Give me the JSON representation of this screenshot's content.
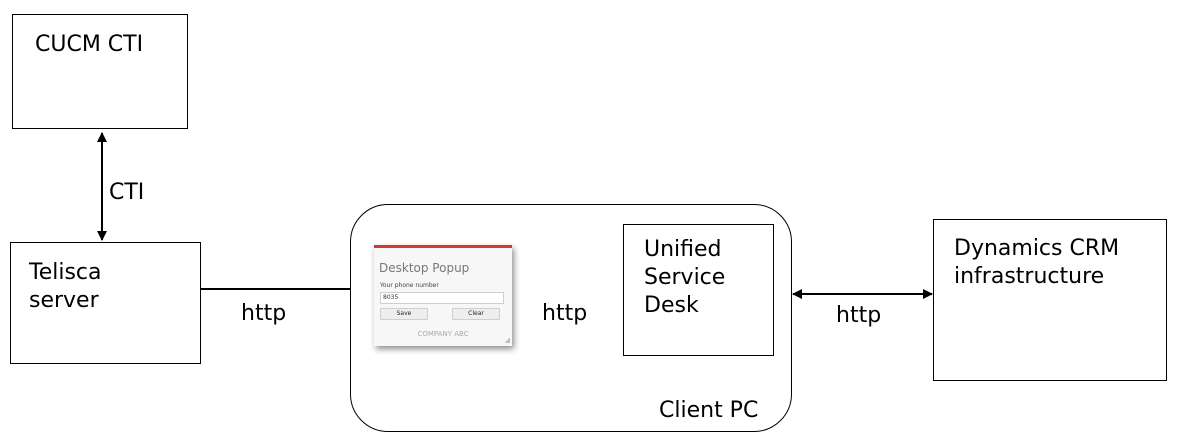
{
  "nodes": {
    "cucm": {
      "label": "CUCM CTI"
    },
    "telisca": {
      "label": "Telisca\nserver"
    },
    "client_pc": {
      "label": "Client PC"
    },
    "usd": {
      "label": "Unified\nService\nDesk"
    },
    "crm": {
      "label": "Dynamics CRM\ninfrastructure"
    }
  },
  "edges": {
    "cti": {
      "label": "CTI",
      "direction": "bidirectional"
    },
    "telisca_to_popup": {
      "label": "http",
      "direction": "forward"
    },
    "popup_to_usd": {
      "label": "http",
      "direction": "forward"
    },
    "usd_crm": {
      "label": "http",
      "direction": "bidirectional"
    }
  },
  "popup": {
    "title": "Desktop Popup",
    "field_label": "Your phone number",
    "field_value": "8035",
    "save_label": "Save",
    "clear_label": "Clear",
    "footer": "COMPANY ABC",
    "accent_color": "#d33a2c"
  }
}
